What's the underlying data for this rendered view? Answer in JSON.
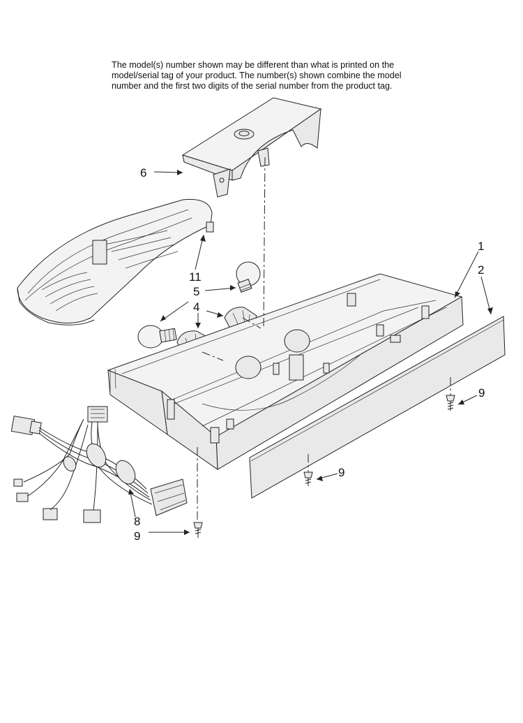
{
  "note": {
    "line1": "The model(s) number shown may be different than what is printed on the",
    "line2": "model/serial tag of your product. The number(s) shown combine the model",
    "line3": "number and the first two digits of the serial number from the product tag."
  },
  "callouts": {
    "c1": "1",
    "c2": "2",
    "c4": "4",
    "c5": "5",
    "c6": "6",
    "c8": "8",
    "c9a": "9",
    "c9b": "9",
    "c9c": "9",
    "c11": "11"
  }
}
